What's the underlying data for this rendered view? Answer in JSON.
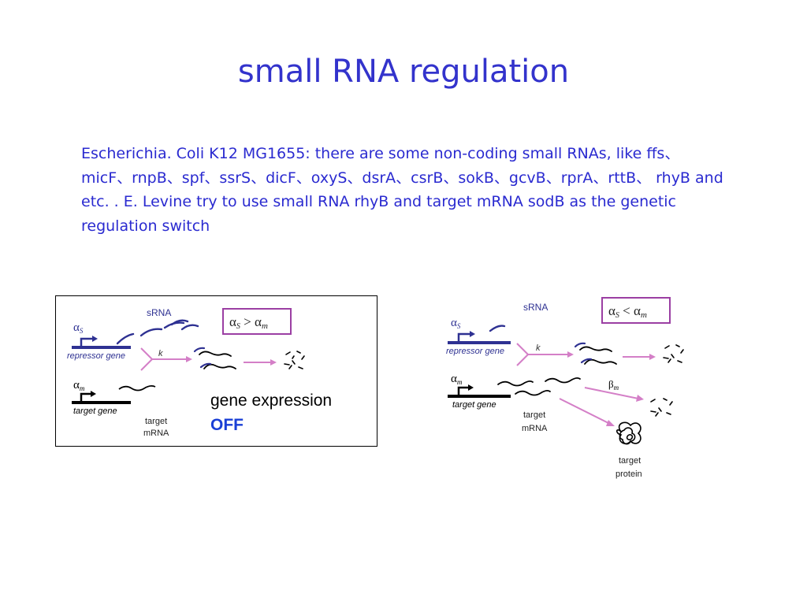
{
  "title": "small RNA regulation",
  "body_text": "Escherichia. Coli K12 MG1655: there are some non-coding small RNAs, like ffs、micF、rnpB、spf、ssrS、dicF、oxyS、dsrA、csrB、sokB、gcvB、rprA、rttB、 rhyB and etc. . E. Levine try to use small RNA rhyB and target mRNA sodB as the genetic regulation switch",
  "colors": {
    "title": "#3333cc",
    "body": "#2a2ad0",
    "gene": "#2e3192",
    "arrow": "#d47fc7",
    "box": "#9b3fa3",
    "off": "#1a3fd6"
  },
  "left_diagram": {
    "srna_label": "sRNA",
    "alpha_s": "α",
    "alpha_s_sub": "S",
    "repressor_gene": "repressor gene",
    "k": "k",
    "alpha_m": "α",
    "alpha_m_sub": "m",
    "target_gene": "target gene",
    "target_mrna_1": "target",
    "target_mrna_2": "mRNA",
    "condition_alpha1": "α",
    "condition_sub1": "S",
    "condition_op": " > ",
    "condition_alpha2": "α",
    "condition_sub2": "m",
    "gene_expression": "gene expression",
    "off": "OFF"
  },
  "right_diagram": {
    "srna_label": "sRNA",
    "alpha_s": "α",
    "alpha_s_sub": "S",
    "repressor_gene": "repressor gene",
    "k": "k",
    "alpha_m": "α",
    "alpha_m_sub": "m",
    "target_gene": "target gene",
    "target_mrna_1": "target",
    "target_mrna_2": "mRNA",
    "beta": "β",
    "beta_sub": "m",
    "condition_alpha1": "α",
    "condition_sub1": "S",
    "condition_op": " < ",
    "condition_alpha2": "α",
    "condition_sub2": "m",
    "target_protein_1": "target",
    "target_protein_2": "protein"
  }
}
